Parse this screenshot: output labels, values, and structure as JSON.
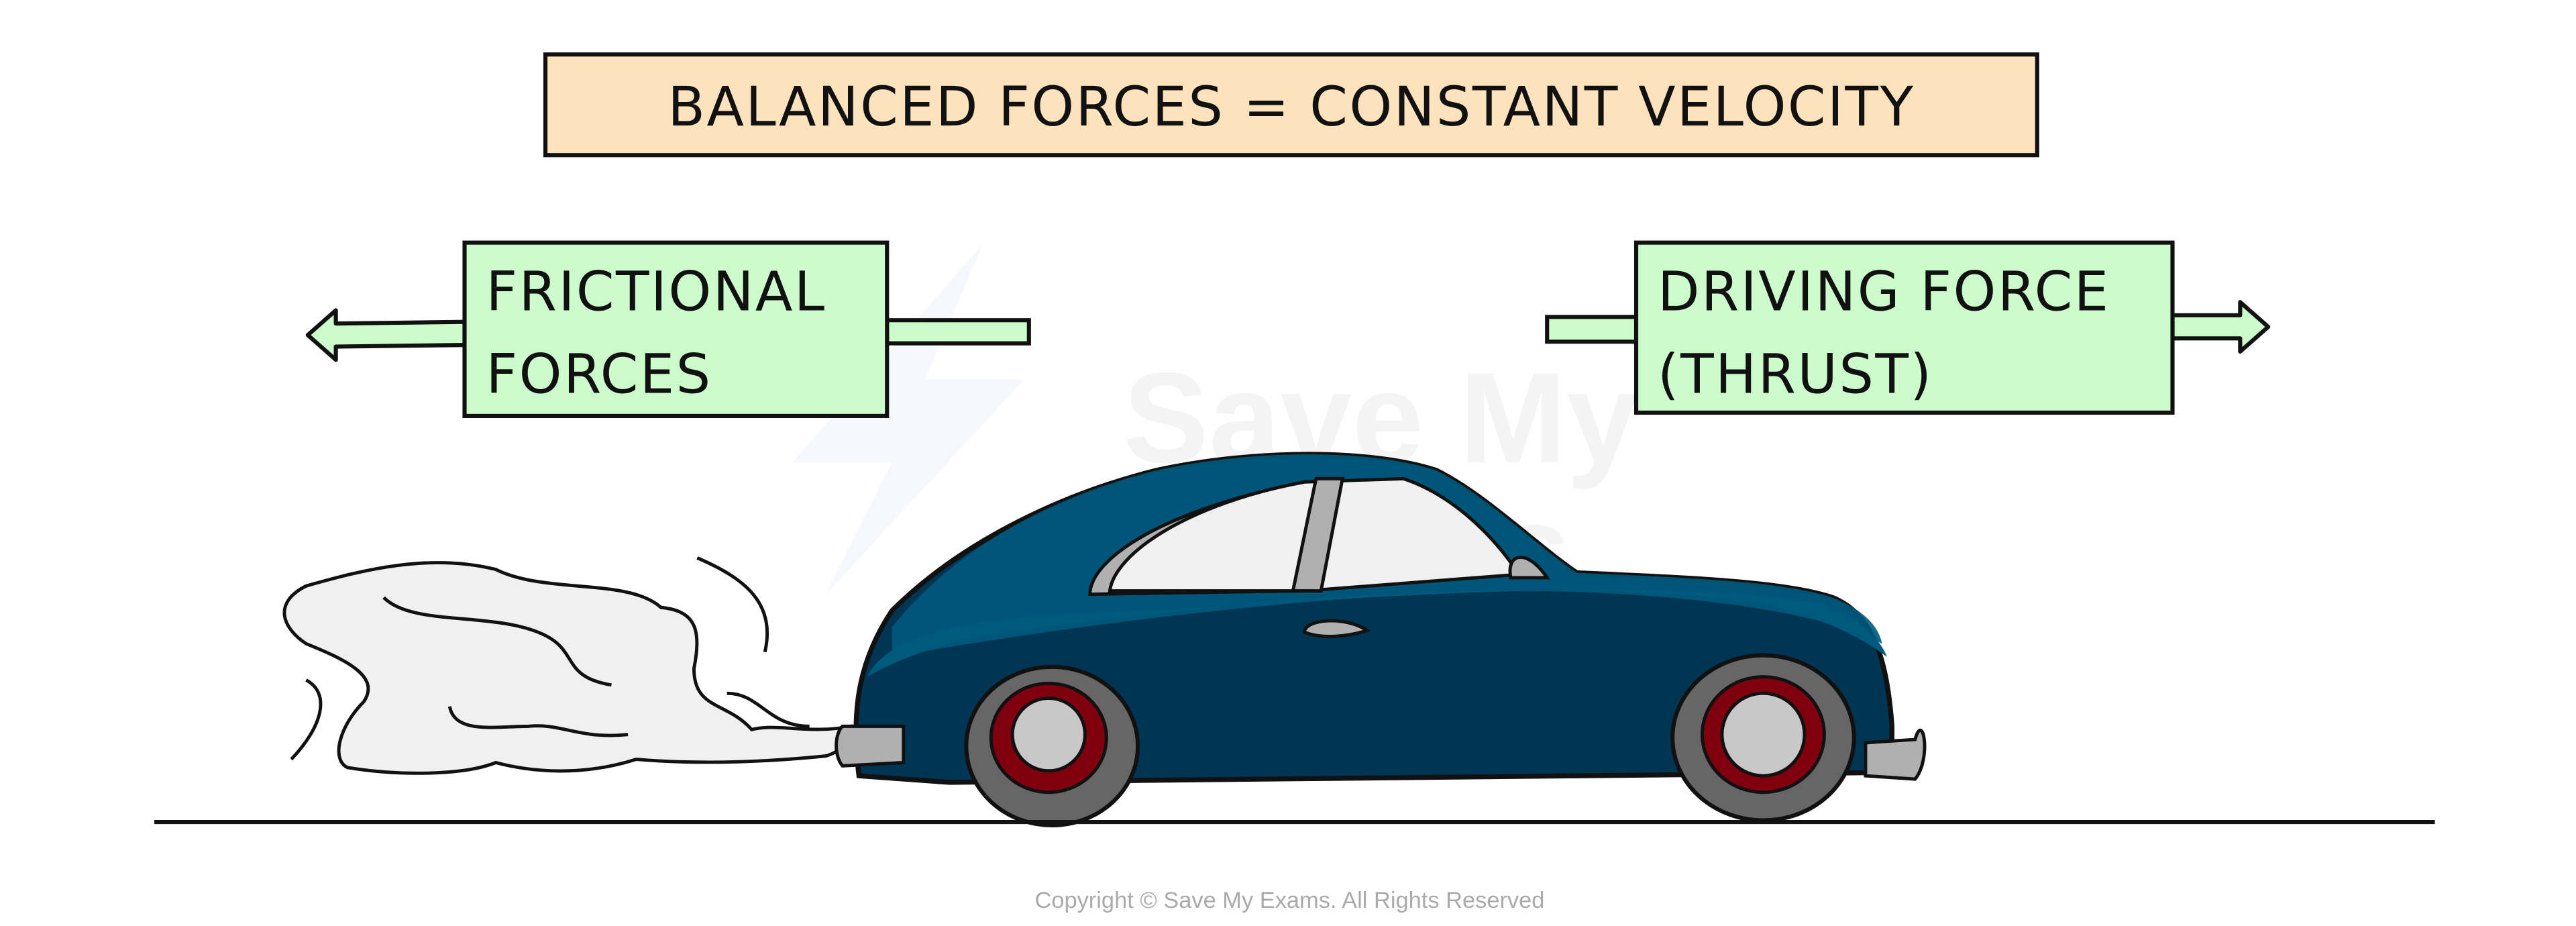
{
  "title": "BALANCED FORCES = CONSTANT VELOCITY",
  "frictional": {
    "line1": "FRICTIONAL",
    "line2": "FORCES",
    "direction": "left"
  },
  "driving": {
    "line1": "DRIVING FORCE",
    "line2": "(THRUST)",
    "direction": "right"
  },
  "watermark": {
    "line1": "Save My",
    "line2": "Exams"
  },
  "copyright": "Copyright © Save My Exams. All Rights Reserved",
  "colors": {
    "title_box": "#fde3bd",
    "force_box": "#ccfccb",
    "car_body": "#003554",
    "car_highlight": "#005a7d",
    "wheel_rim": "#800010",
    "tyre": "#666666",
    "exhaust": "#f0f0f0"
  }
}
